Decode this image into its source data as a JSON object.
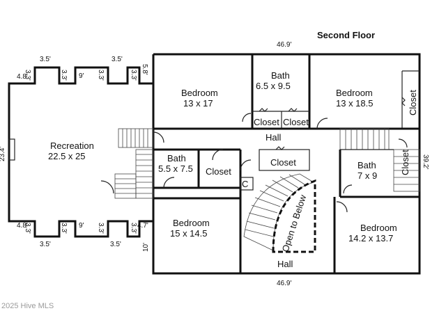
{
  "plan": {
    "title": "Second Floor",
    "watermark": "2025 Hive MLS",
    "width_top": "46.9'",
    "width_bottom": "46.9'",
    "depth_right": "39.2'",
    "rec_depth": "23.4'"
  },
  "rooms": {
    "recreation": {
      "name": "Recreation",
      "size": "22.5 x 25"
    },
    "bedroom_top_left": {
      "name": "Bedroom",
      "size": "13 x 17"
    },
    "bath_top": {
      "name": "Bath",
      "size": "6.5 x 9.5"
    },
    "bedroom_top_right": {
      "name": "Bedroom",
      "size": "13 x 18.5"
    },
    "closet_a": "Closet",
    "closet_b": "Closet",
    "closet_c": "Closet",
    "closet_vertical_top": "Closet",
    "closet_vertical_right": "Closet",
    "closet_mid": "Closet",
    "hall_top": "Hall",
    "bath_mid": {
      "name": "Bath",
      "size": "5.5 x 7.5"
    },
    "c_closet": "C",
    "bath_right": {
      "name": "Bath",
      "size": "7 x 9"
    },
    "open_to_below": "Open to Below",
    "bedroom_bottom_left": {
      "name": "Bedroom",
      "size": "15 x 14.5"
    },
    "bedroom_bottom_right": {
      "name": "Bedroom",
      "size": "14.2 x 13.7"
    },
    "hall_bottom": "Hall"
  },
  "dims": {
    "top_a": "3.5'",
    "top_b": "3.5'",
    "top_c": "9'",
    "top_d": "3.3'",
    "top_e": "3.3'",
    "top_f": "4.8'",
    "top_g": "3.3'",
    "top_h": "3.3'",
    "top_i": "5.8'",
    "bot_a": "3.5'",
    "bot_b": "3.5'",
    "bot_c": "9'",
    "bot_d": "3.3'",
    "bot_e": "3.3'",
    "bot_f": "4.8'",
    "bot_g": "3.3'",
    "bot_h": "3.3'",
    "bot_i": "4.7'",
    "bot_j": "10'"
  }
}
